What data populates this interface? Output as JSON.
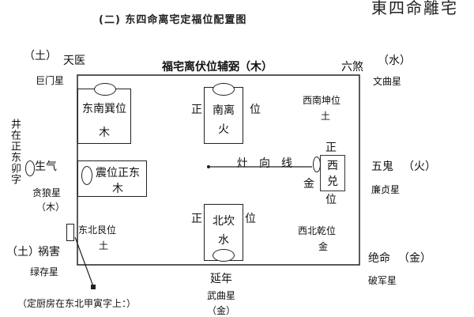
{
  "header": {
    "title": "(二) 东四命离宅定福位配置图",
    "corner_text": "東四命離宅"
  },
  "center_title": "福宅离伏位辅弼（木）",
  "outer": {
    "tianyi_element": "（土）",
    "tianyi": "天医",
    "tianyi_star": "巨门星",
    "liusha": "六煞",
    "liusha_element": "（水）",
    "liusha_star": "文曲星",
    "shengqi": "生气",
    "shengqi_star": "贪狼星",
    "shengqi_element": "（木）",
    "wugui": "五鬼",
    "wugui_element": "（火）",
    "wugui_star": "廉贞星",
    "huohai_element": "（土）",
    "huohai": "祸害",
    "huohai_star": "绿存星",
    "jueming": "绝命",
    "jueming_element": "（金）",
    "jueming_star": "破军星",
    "yannian": "延年",
    "yannian_star": "武曲星",
    "yannian_element": "（金）",
    "well_note": "井在正东卯字",
    "kitchen_note": "（定厨房在东北甲寅字上：）"
  },
  "cells": {
    "se_name": "东南巽位",
    "se_elem": "木",
    "s_zheng": "正",
    "s_name": "南离",
    "s_wei": "位",
    "s_elem": "火",
    "sw_name": "西南坤位",
    "sw_elem": "土",
    "e_name": "震位正东",
    "e_elem": "木",
    "stove_dir": "灶　向　线",
    "w_zheng": "正",
    "w_xi": "西",
    "w_dui": "兑",
    "w_jin": "金",
    "w_wei": "位",
    "ne_name": "东北艮位",
    "ne_elem": "土",
    "n_zheng": "正",
    "n_name": "北坎",
    "n_wei": "位",
    "n_elem": "水",
    "nw_name": "西北乾位",
    "nw_elem": "金"
  }
}
